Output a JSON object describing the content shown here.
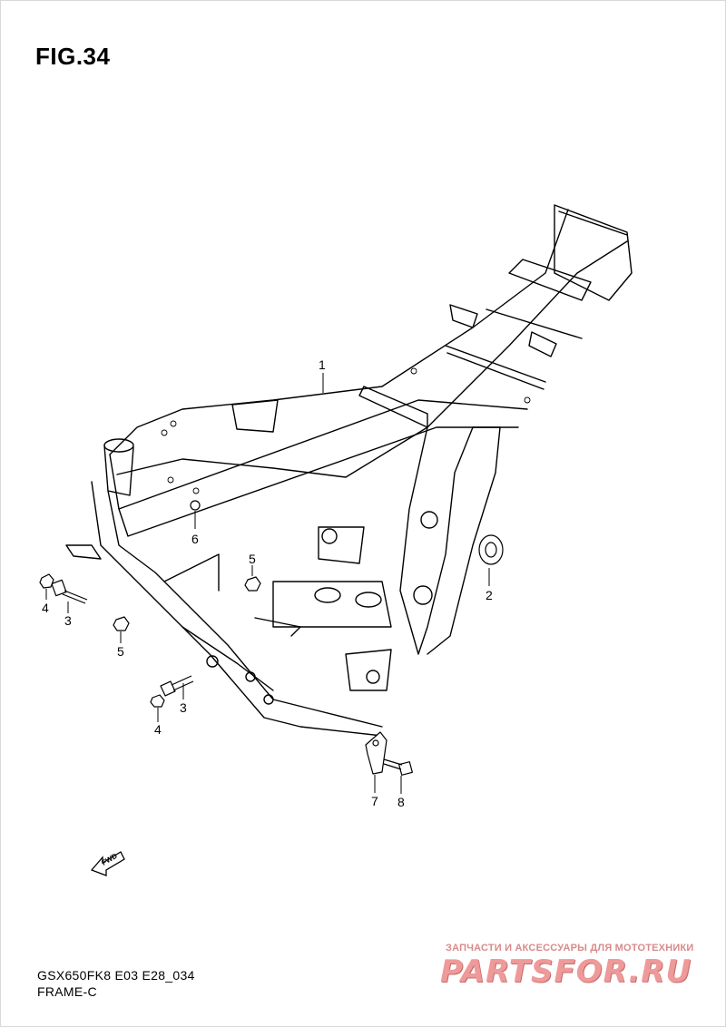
{
  "figure": {
    "title": "FIG.34"
  },
  "callouts": {
    "p1": "1",
    "p2": "2",
    "p3a": "3",
    "p3b": "3",
    "p4a": "4",
    "p4b": "4",
    "p5a": "5",
    "p5b": "5",
    "p6": "6",
    "p7": "7",
    "p8": "8"
  },
  "fwd_arrow": {
    "label": "FWD"
  },
  "footer": {
    "model_code": "GSX650FK8 E03 E28_034",
    "assembly_name": "FRAME-C"
  },
  "watermark": {
    "tagline": "ЗАПЧАСТИ И АКСЕССУАРЫ ДЛЯ МОТОТЕХНИКИ",
    "brand": "PARTSFOR.RU",
    "color": "#ef9a9a"
  }
}
